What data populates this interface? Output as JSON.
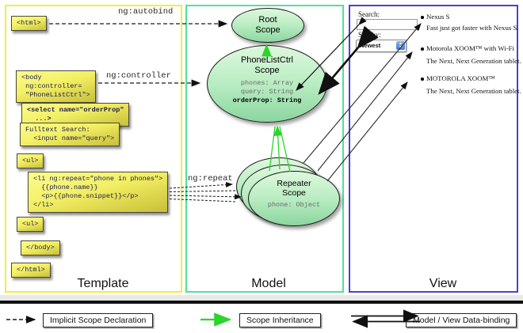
{
  "columns": {
    "template": {
      "label": "Template"
    },
    "model": {
      "label": "Model"
    },
    "view": {
      "label": "View"
    }
  },
  "template_code": {
    "html_open": "<html>",
    "body_open": "<body\n ng:controller=\n \"PhoneListCtrl\">",
    "select_tag": "<select name=\"orderProp\"\n  ...>",
    "fulltext": "Fulltext Search:\n  <input name=\"query\">",
    "ul_open": "<ul>",
    "li_repeat": "<li ng:repeat=\"phone in phones\">\n  {{phone.name}}\n  <p>{{phone.snippet}}</p>\n</li>",
    "ul_close": "<ul>",
    "body_close": "</body>",
    "html_close": "</html>"
  },
  "annotations": {
    "autobind": "ng:autobind",
    "controller": "ng:controller",
    "repeat": "ng:repeat"
  },
  "scopes": {
    "root": {
      "title": "Root\nScope"
    },
    "ctrl": {
      "title": "PhoneListCtrl\nScope",
      "props": [
        "phones: Array",
        "query: String"
      ],
      "prop_bold": "orderProp: String"
    },
    "repeater": {
      "title": "Repeater\nScope",
      "prop": "phone: Object"
    }
  },
  "view": {
    "search_label": "Search:",
    "search_value": "",
    "sort_label": "Sort by:",
    "sort_value": "Newest",
    "items": [
      {
        "title": "Nexus S",
        "desc": "Fast just got faster with Nexus S."
      },
      {
        "title": "Motorola XOOM™ with Wi-Fi",
        "desc": "The Next, Next Generation tablet."
      },
      {
        "title": "MOTOROLA XOOM™",
        "desc": "The Next, Next Generation tablet."
      }
    ]
  },
  "legend": {
    "implicit": "Implicit Scope Declaration",
    "inheritance": "Scope Inheritance",
    "databinding": "Model / View Data-binding"
  },
  "colors": {
    "template_border": "#f2ee38",
    "model_border": "#52e09b",
    "view_border": "#4b42cc",
    "green_arrow": "#2bd52b"
  }
}
